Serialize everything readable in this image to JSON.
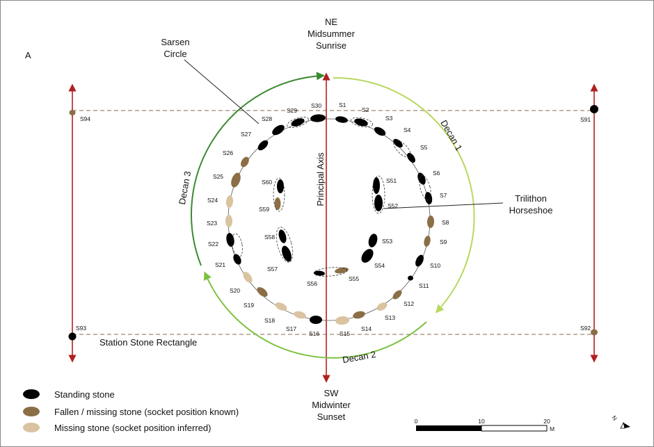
{
  "panel_label": "A",
  "labels": {
    "ne_line1": "NE",
    "ne_line2": "Midsummer",
    "ne_line3": "Sunrise",
    "sw_line1": "SW",
    "sw_line2": "Midwinter",
    "sw_line3": "Sunset",
    "sarsen_line1": "Sarsen",
    "sarsen_line2": "Circle",
    "trilithon_line1": "Trilithon",
    "trilithon_line2": "Horseshoe",
    "principal_axis": "Principal Axis",
    "station_rectangle": "Station Stone Rectangle",
    "decan1": "Decan 1",
    "decan2": "Decan 2",
    "decan3": "Decan 3"
  },
  "stones": {
    "S1": "S1",
    "S2": "S2",
    "S3": "S3",
    "S4": "S4",
    "S5": "S5",
    "S6": "S6",
    "S7": "S7",
    "S8": "S8",
    "S9": "S9",
    "S10": "S10",
    "S11": "S11",
    "S12": "S12",
    "S13": "S13",
    "S14": "S14",
    "S15": "S15",
    "S16": "S16",
    "S17": "S17",
    "S18": "S18",
    "S19": "S19",
    "S20": "S20",
    "S21": "S21",
    "S22": "S22",
    "S23": "S23",
    "S24": "S24",
    "S25": "S25",
    "S26": "S26",
    "S27": "S27",
    "S28": "S28",
    "S29": "S29",
    "S30": "S30",
    "S51": "S51",
    "S52": "S52",
    "S53": "S53",
    "S54": "S54",
    "S55": "S55",
    "S56": "S56",
    "S57": "S57",
    "S58": "S58",
    "S59": "S59",
    "S60": "S60",
    "S91": "S91",
    "S92": "S92",
    "S93": "S93",
    "S94": "S94"
  },
  "legend": {
    "standing": "Standing stone",
    "fallen": "Fallen / missing stone (socket position known)",
    "missing": "Missing stone (socket position inferred)"
  },
  "scale": {
    "t0": "0",
    "t10": "10",
    "t20": "20",
    "unit": "M"
  },
  "north_label": "N",
  "colors": {
    "standing": "#000000",
    "fallen": "#8b6e46",
    "missing": "#d9c3a0",
    "axis": "#b02020",
    "rectangle": "#9c8a70",
    "decan1": "#b8d860",
    "decan2": "#7cc040",
    "decan3": "#3a8a30"
  }
}
